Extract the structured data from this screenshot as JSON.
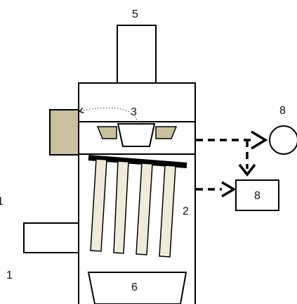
{
  "labels": {
    "l1": "1",
    "l2": "2",
    "l3": "3",
    "l5": "5",
    "l6": "6",
    "l8_top": "8",
    "l8_box": "8",
    "edge_mark": "1"
  },
  "colors": {
    "filter_bag": "#eeebdb",
    "side_block": "#c8c19f",
    "outline": "#000000"
  }
}
